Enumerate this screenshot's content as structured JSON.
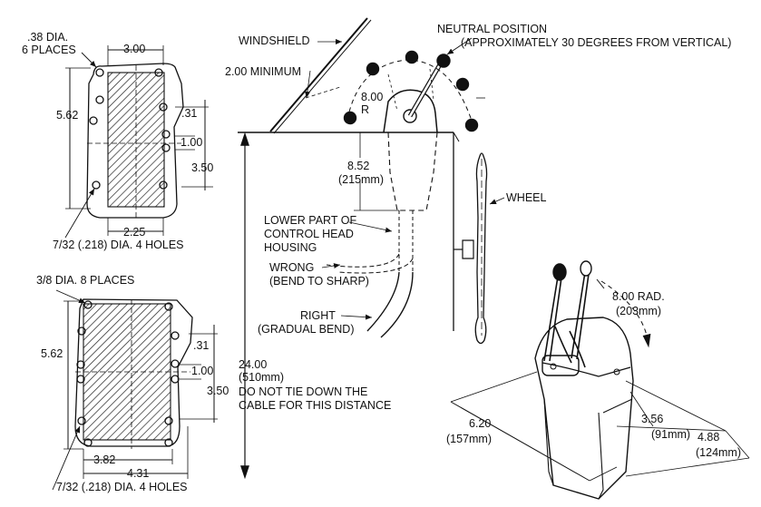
{
  "labels": {
    "dia_top_line1": ".38 DIA.",
    "dia_top_line2": "6 PLACES",
    "w_300": "3.00",
    "h_562_top": "5.62",
    "d_031_top": ".31",
    "d_100_top": "1.00",
    "d_350_top": "3.50",
    "w_225": "2.25",
    "holes_top": "7/32 (.218) DIA. 4 HOLES",
    "dia_bottom": "3/8 DIA. 8 PLACES",
    "h_562_bottom": "5.62",
    "d_031_bottom": ".31",
    "d_100_bottom": "1.00",
    "d_350_bottom": "3.50",
    "w_382": "3.82",
    "w_431": "4.31",
    "holes_bottom": "7/32 (.218) DIA. 4 HOLES",
    "windshield": "WINDSHIELD",
    "min_200": "2.00 MINIMUM",
    "neutral_line1": "NEUTRAL POSITION",
    "neutral_line2": "(APPROXIMATELY 30 DEGREES FROM VERTICAL)",
    "r_800": "8.00",
    "r_label": "R",
    "d_852": "8.52",
    "d_215mm": "(215mm)",
    "lower_line1": "LOWER PART OF",
    "lower_line2": "CONTROL HEAD",
    "lower_line3": "HOUSING",
    "wrong_line1": "WRONG",
    "wrong_line2": "(BEND TO SHARP)",
    "right_line1": "RIGHT",
    "right_line2": "(GRADUAL BEND)",
    "d_2400": "24.00",
    "d_510mm": "(510mm)",
    "donot_line1": "DO NOT TIE DOWN THE",
    "donot_line2": "CABLE FOR THIS DISTANCE",
    "wheel": "WHEEL",
    "rad_line1": "8.00 RAD.",
    "rad_line2": "(203mm)",
    "d_620": "6.20",
    "d_157mm": "(157mm)",
    "d_356": "3.56",
    "d_91mm": "(91mm)",
    "d_488": "4.88",
    "d_124mm": "(124mm)"
  }
}
